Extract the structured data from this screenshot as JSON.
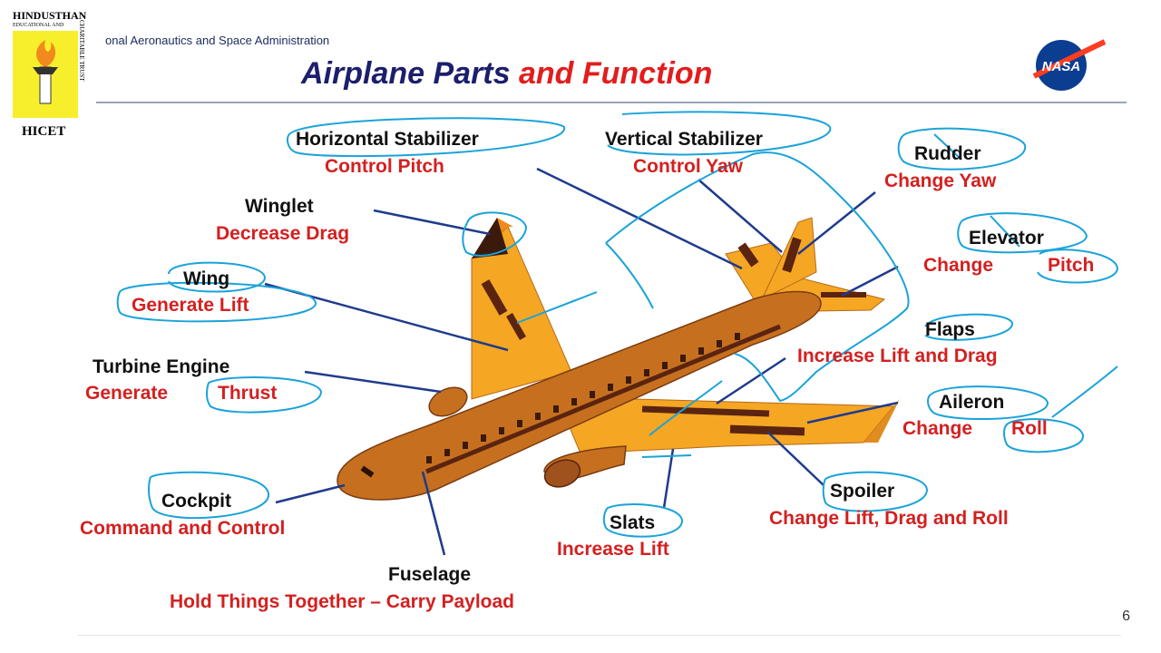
{
  "logo": {
    "line1": "HINDUSTHAN",
    "line2": "EDUCATIONAL AND",
    "side": "CHARITABLE TRUST",
    "name": "HICET"
  },
  "header": {
    "agency": "onal Aeronautics and Space Administration",
    "title_part1": "Airplane Parts",
    "title_part2": "and Function",
    "nasa_logo": "NASA"
  },
  "labels": {
    "horizontal_stabilizer": {
      "part": "Horizontal Stabilizer",
      "func": "Control   Pitch"
    },
    "vertical_stabilizer": {
      "part": "Vertical Stabilizer",
      "func": "Control   Yaw"
    },
    "rudder": {
      "part": "Rudder",
      "func": "Change Yaw"
    },
    "winglet": {
      "part": "Winglet",
      "func": "Decrease Drag"
    },
    "elevator": {
      "part": "Elevator",
      "func_a": "Change",
      "func_b": "Pitch"
    },
    "wing": {
      "part": "Wing",
      "func": "Generate Lift"
    },
    "flaps": {
      "part": "Flaps",
      "func": "Increase Lift  and Drag"
    },
    "turbine_engine": {
      "part": "Turbine  Engine",
      "func_a": "Generate",
      "func_b": "Thrust"
    },
    "aileron": {
      "part": "Aileron",
      "func_a": "Change",
      "func_b": "Roll"
    },
    "cockpit": {
      "part": "Cockpit",
      "func": "Command and Control"
    },
    "slats": {
      "part": "Slats",
      "func": "Increase Lift"
    },
    "spoiler": {
      "part": "Spoiler",
      "func": "Change Lift, Drag and Roll"
    },
    "fuselage": {
      "part": "Fuselage",
      "func": "Hold Things Together – Carry Payload"
    }
  },
  "colors": {
    "title_blue": "#1c1f6b",
    "title_red": "#e21d1d",
    "function_red": "#d42020",
    "leader_blue": "#1f3b8c",
    "annotation_cyan": "#1aa3d9",
    "plane_orange": "#f5a623",
    "plane_brown": "#a0521c"
  },
  "page_number": "6"
}
